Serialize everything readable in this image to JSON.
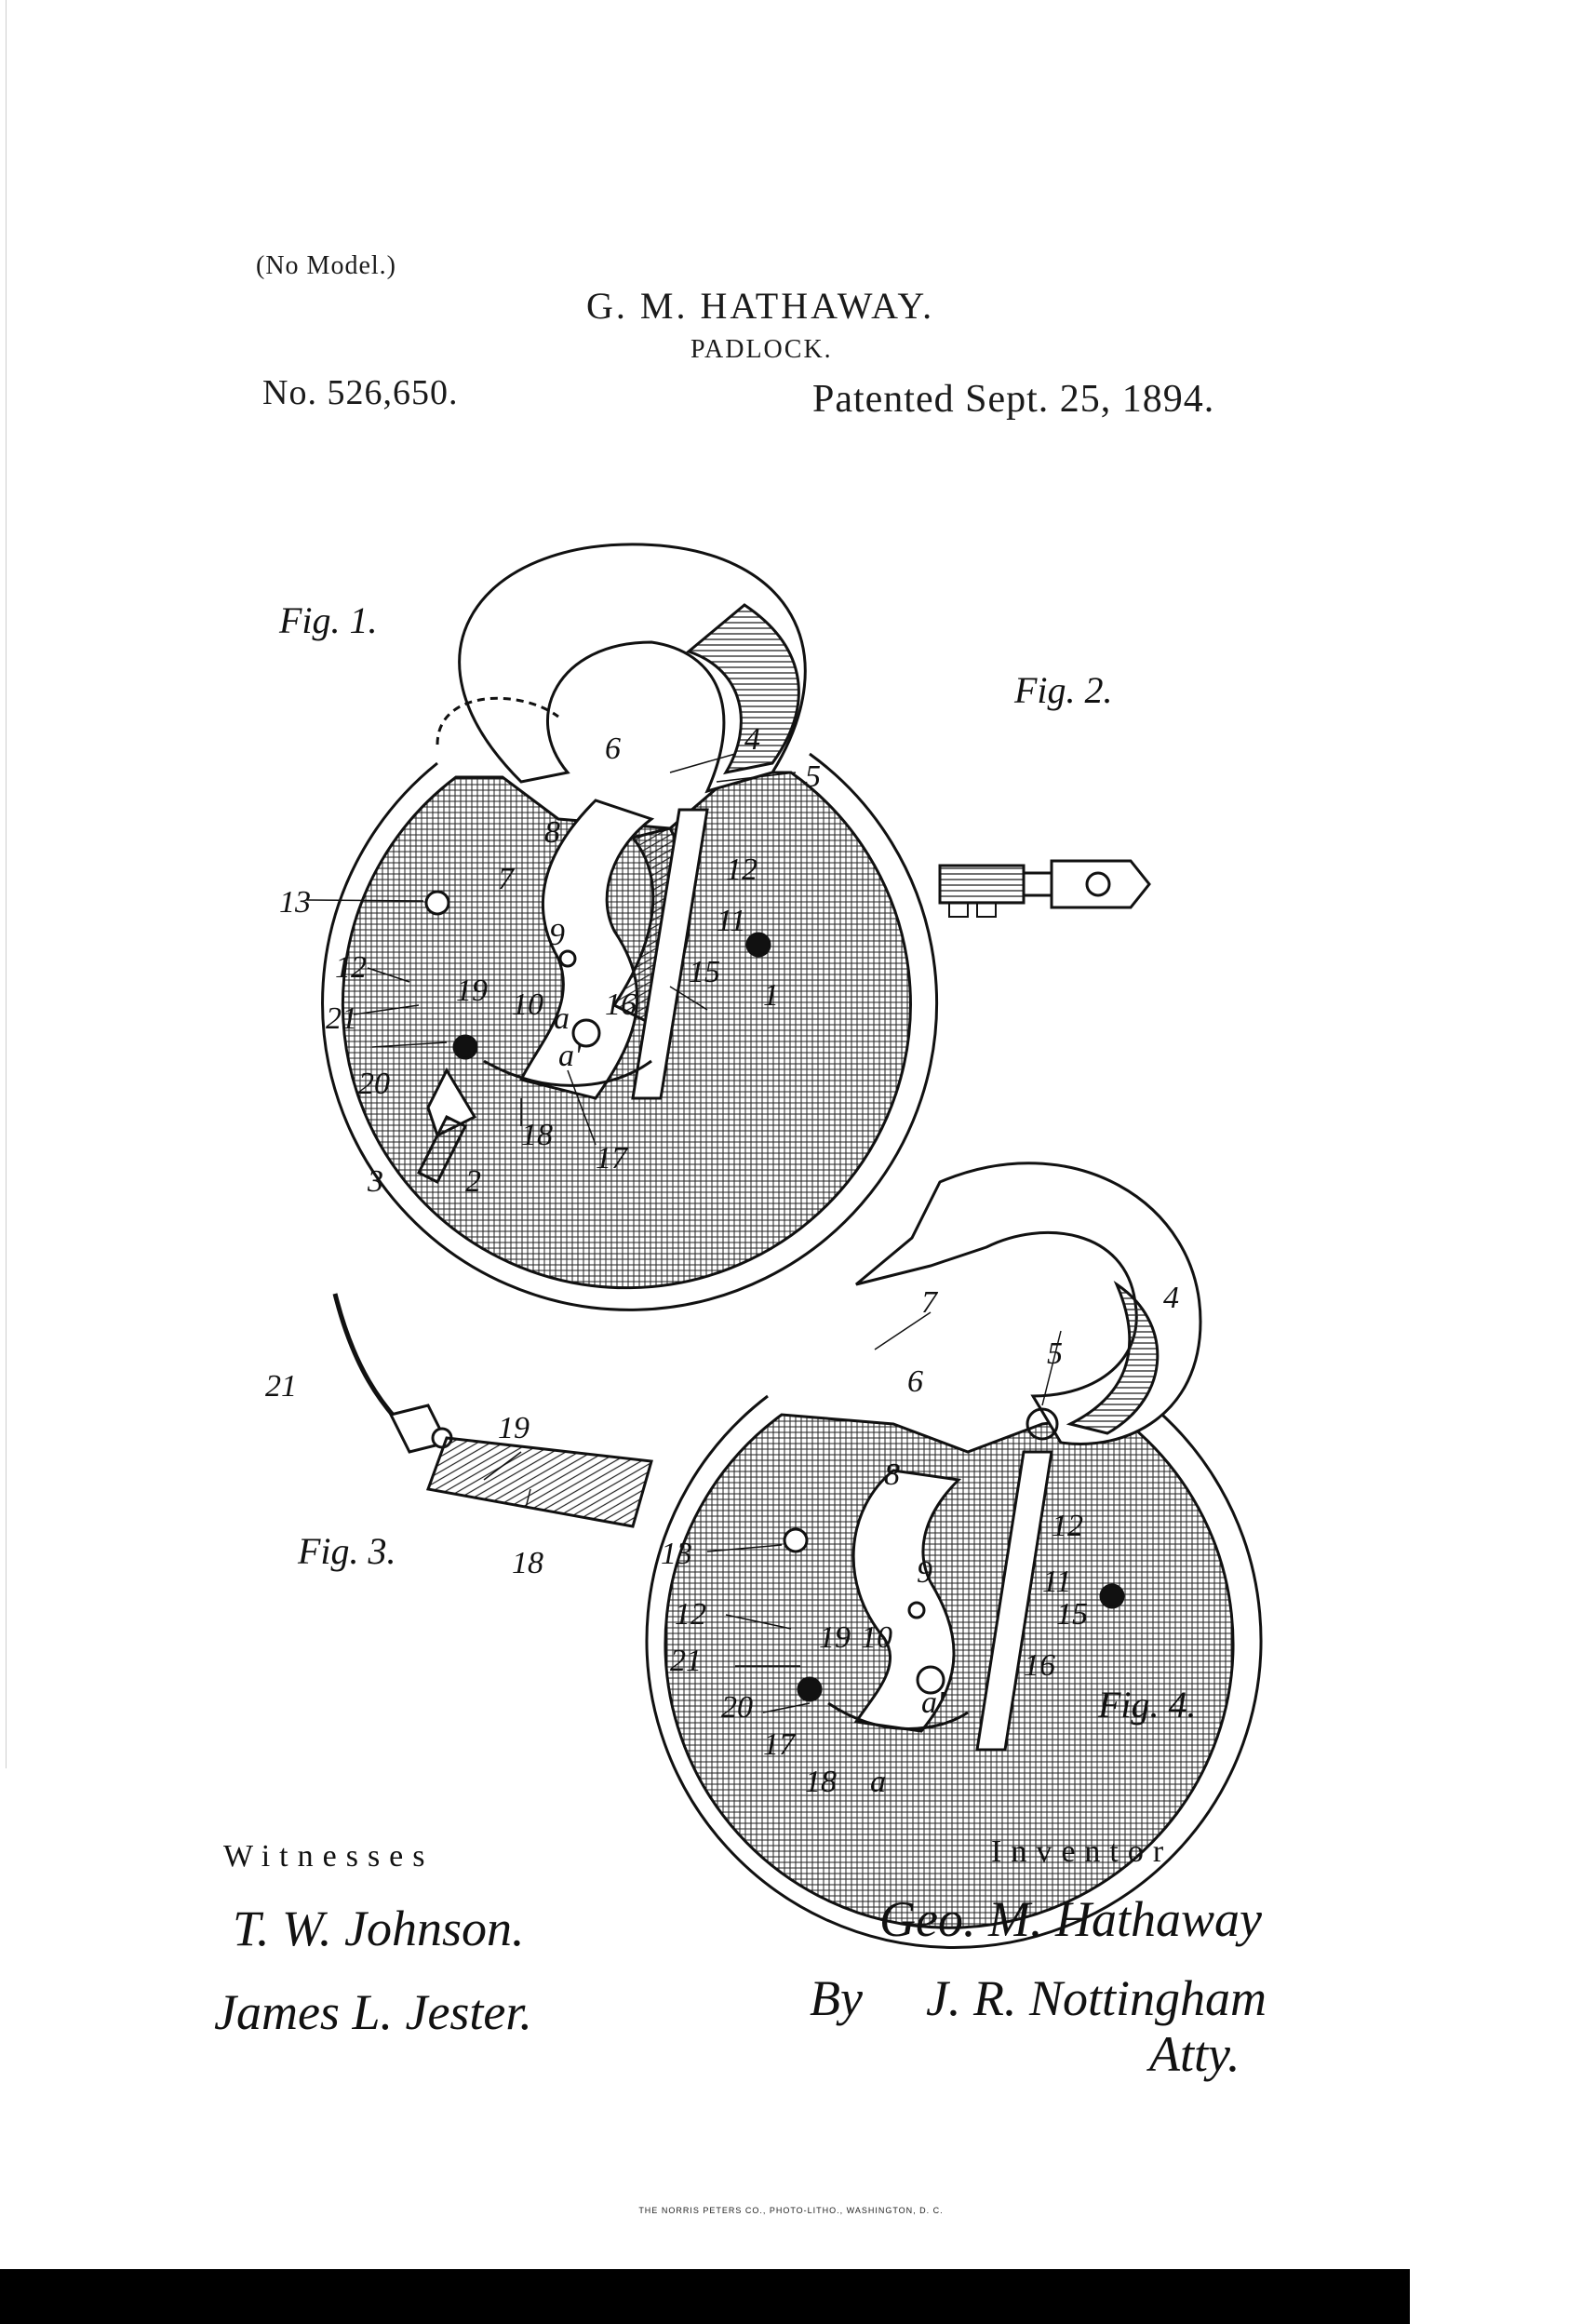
{
  "header": {
    "no_model": "(No Model.)",
    "inventor": "G. M. HATHAWAY.",
    "title": "PADLOCK.",
    "patent_number": "No. 526,650.",
    "patent_date": "Patented Sept. 25, 1894."
  },
  "figures": {
    "fig1": "Fig. 1.",
    "fig2": "Fig. 2.",
    "fig3": "Fig. 3.",
    "fig4": "Fig. 4."
  },
  "fig1_labels": [
    "1",
    "2",
    "3",
    "4",
    "5",
    "6",
    "7",
    "8",
    "9",
    "10",
    "11",
    "12",
    "12",
    "13",
    "15",
    "16",
    "17",
    "18",
    "19",
    "20",
    "21",
    "a",
    "a'"
  ],
  "fig4_labels": [
    "4",
    "5",
    "6",
    "7",
    "8",
    "9",
    "10",
    "11",
    "12",
    "12",
    "13",
    "15",
    "16",
    "17",
    "18",
    "19",
    "20",
    "21",
    "a",
    "a'"
  ],
  "fig3_labels": [
    "21",
    "19",
    "18"
  ],
  "witnesses": {
    "heading": "Witnesses",
    "signature_1": "T. W. Johnson.",
    "signature_2": "James L. Jester."
  },
  "inventor_block": {
    "heading": "Inventor",
    "signature": "Geo. M. Hathaway",
    "by": "By",
    "attorney": "J. R. Nottingham",
    "atty": "Atty."
  },
  "printer_line": "THE NORRIS PETERS CO., PHOTO-LITHO., WASHINGTON, D. C."
}
